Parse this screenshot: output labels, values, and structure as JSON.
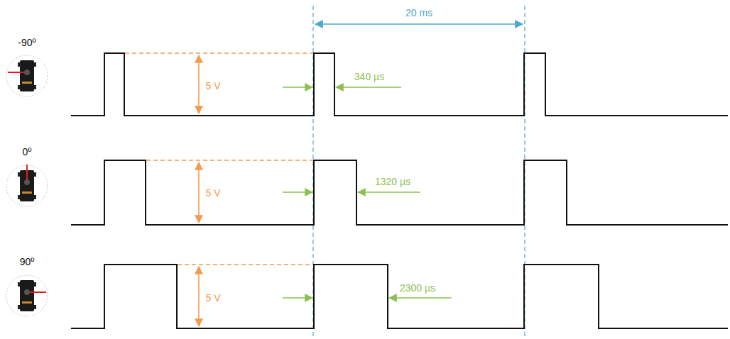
{
  "diagram": {
    "labels": [
      "20 ms",
      "-90º",
      "5 V",
      "340 µs",
      "0º",
      "5 V",
      "1320 µs",
      "90º",
      "5 V",
      "2300 µs"
    ]
  }
}
